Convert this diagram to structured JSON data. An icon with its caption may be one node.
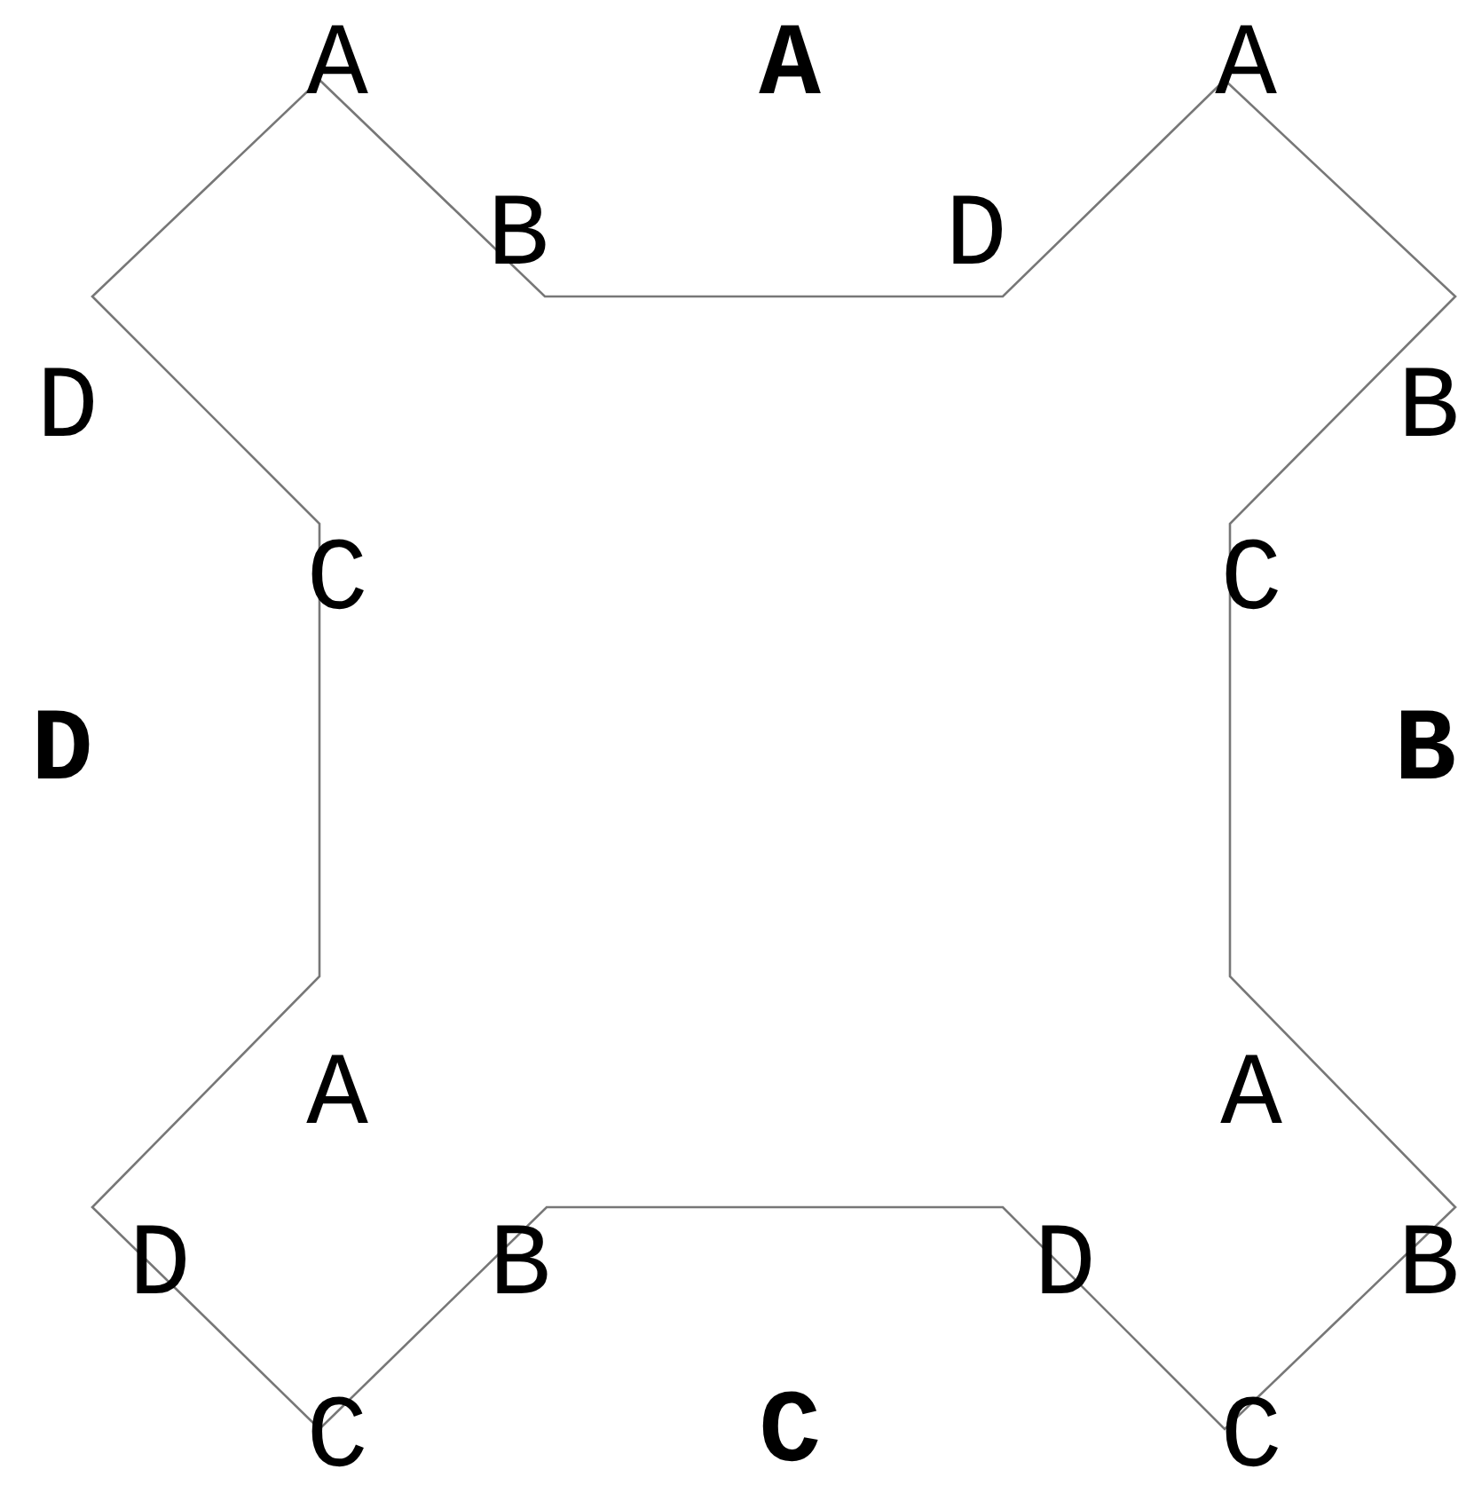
{
  "diagram": {
    "labels": [
      "A",
      "A",
      "A",
      "B",
      "D",
      "D",
      "B",
      "C",
      "C",
      "D",
      "B",
      "A",
      "A",
      "D",
      "B",
      "D",
      "B",
      "C",
      "C",
      "C"
    ]
  }
}
